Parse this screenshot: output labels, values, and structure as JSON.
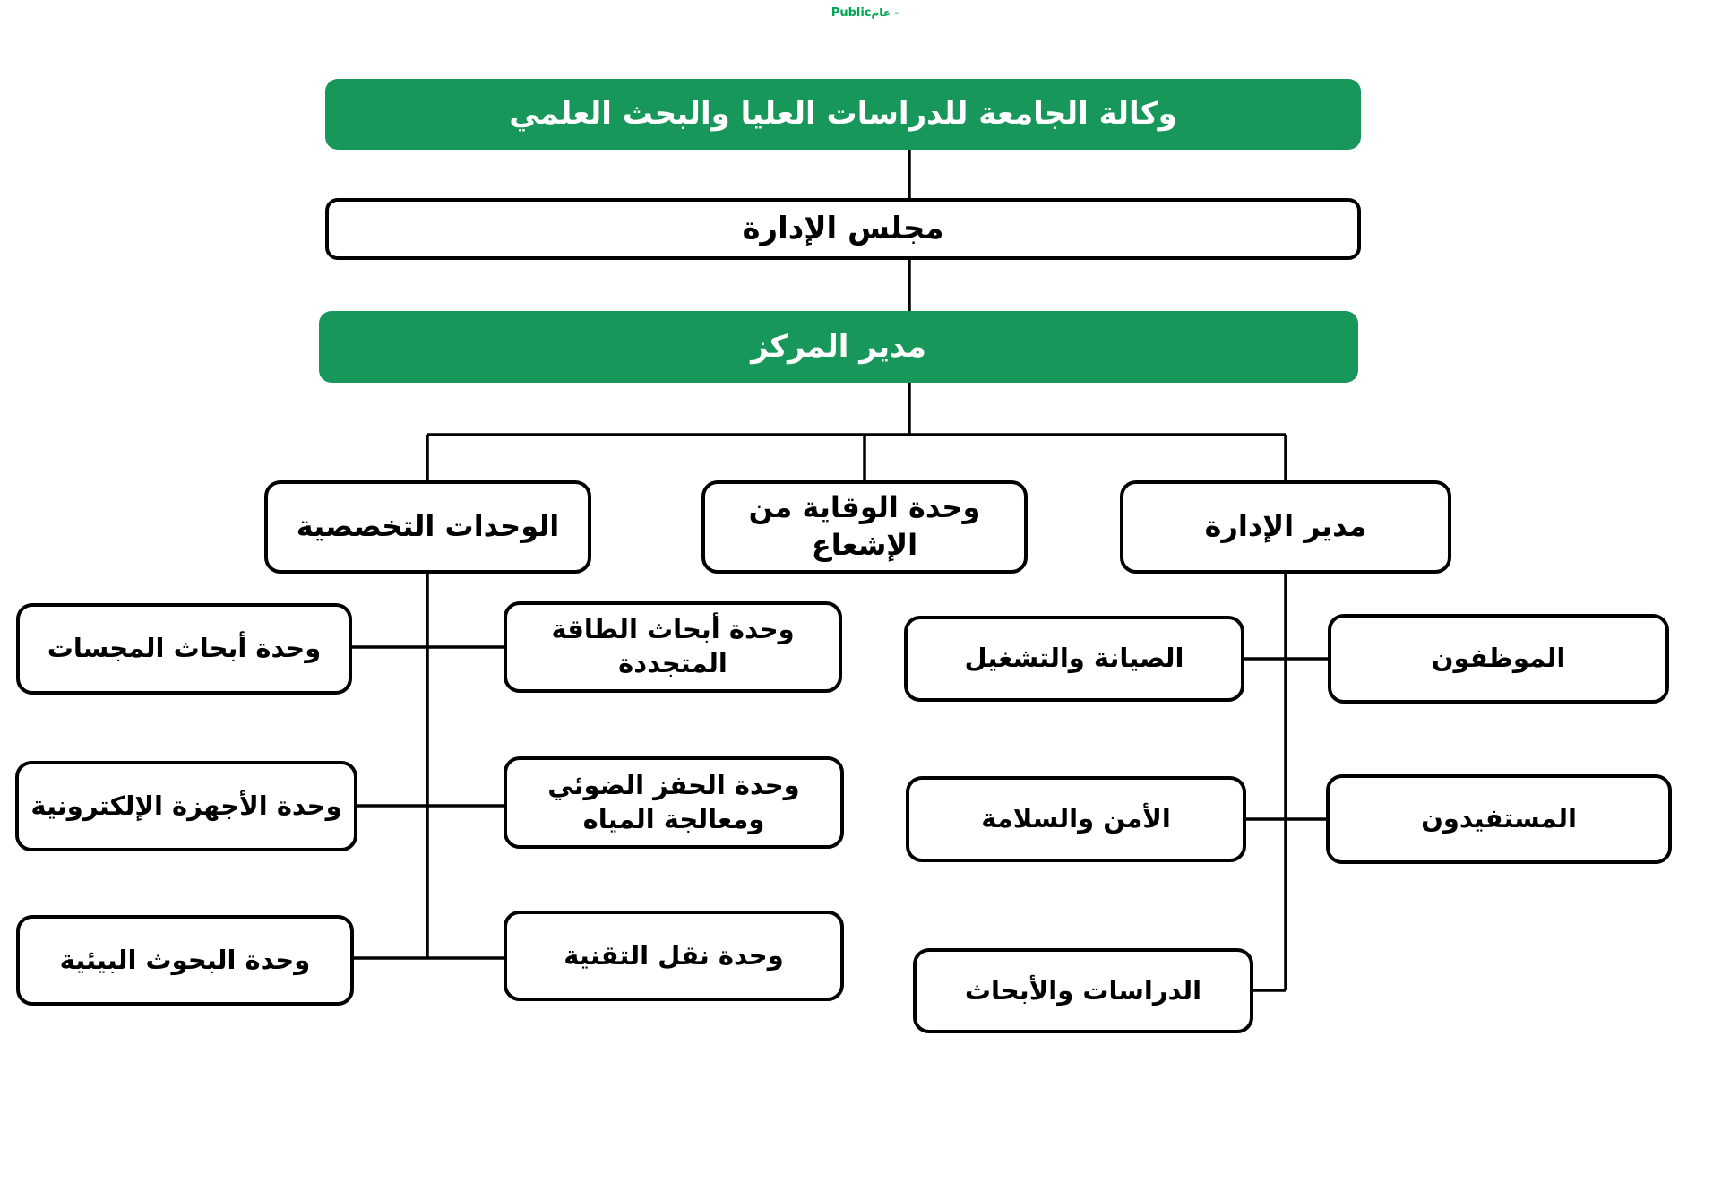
{
  "classification": {
    "en": "Public",
    "ar": "عام -"
  },
  "colors": {
    "accent_green": "#17975a",
    "classification_green": "#00a650",
    "node_bg": "#ffffff",
    "node_border": "#000000",
    "line_black": "#000000"
  },
  "nodes": {
    "root": {
      "label": "وكالة الجامعة للدراسات العليا والبحث العلمي"
    },
    "board": {
      "label": "مجلس الإدارة"
    },
    "director": {
      "label": "مدير المركز"
    },
    "specialized_units": {
      "label": "الوحدات التخصصية"
    },
    "radiation_protection": {
      "label": "وحدة الوقاية من الإشعاع"
    },
    "admin_director": {
      "label": "مدير الإدارة"
    },
    "sensors_research": {
      "label": "وحدة أبحاث المجسات"
    },
    "renewable_energy": {
      "label": "وحدة أبحاث الطاقة المتجددة"
    },
    "electronic_devices": {
      "label": "وحدة الأجهزة الإلكترونية"
    },
    "photocatalysis_water": {
      "label": "وحدة الحفز الضوئي ومعالجة المياه"
    },
    "environmental_research": {
      "label": "وحدة البحوث البيئية"
    },
    "technology_transfer": {
      "label": "وحدة نقل التقنية"
    },
    "maintenance_operation": {
      "label": "الصيانة والتشغيل"
    },
    "employees": {
      "label": "الموظفون"
    },
    "security_safety": {
      "label": "الأمن والسلامة"
    },
    "beneficiaries": {
      "label": "المستفيدون"
    },
    "studies_research": {
      "label": "الدراسات والأبحاث"
    }
  },
  "edges": [
    [
      "root",
      "board"
    ],
    [
      "board",
      "director"
    ],
    [
      "director",
      "specialized_units"
    ],
    [
      "director",
      "radiation_protection"
    ],
    [
      "director",
      "admin_director"
    ],
    [
      "specialized_units",
      "sensors_research"
    ],
    [
      "specialized_units",
      "renewable_energy"
    ],
    [
      "specialized_units",
      "electronic_devices"
    ],
    [
      "specialized_units",
      "photocatalysis_water"
    ],
    [
      "specialized_units",
      "environmental_research"
    ],
    [
      "specialized_units",
      "technology_transfer"
    ],
    [
      "admin_director",
      "maintenance_operation"
    ],
    [
      "admin_director",
      "employees"
    ],
    [
      "admin_director",
      "security_safety"
    ],
    [
      "admin_director",
      "beneficiaries"
    ],
    [
      "admin_director",
      "studies_research"
    ]
  ]
}
